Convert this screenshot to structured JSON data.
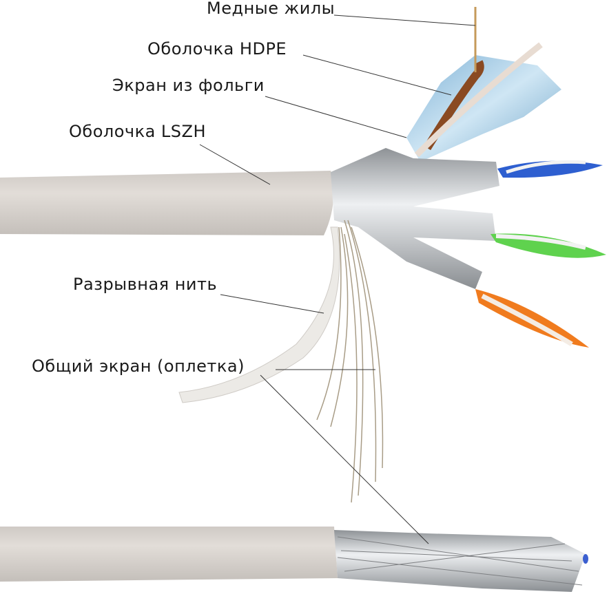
{
  "labels": {
    "copper": "Медные жилы",
    "hdpe": "Оболочка HDPE",
    "foil": "Экран из фольги",
    "lszh": "Оболочка LSZH",
    "ripcord": "Разрывная нить",
    "braid": "Общий экран (оплетка)"
  },
  "colors": {
    "jacket": "#d9d4cf",
    "foil": "#c9cccf",
    "blue_pair": "#2e5fd0",
    "green_pair": "#5fd24e",
    "orange_pair": "#f07b1e",
    "brown_pair": "#8a4a22",
    "blue_foil": "#9fc6e0"
  }
}
